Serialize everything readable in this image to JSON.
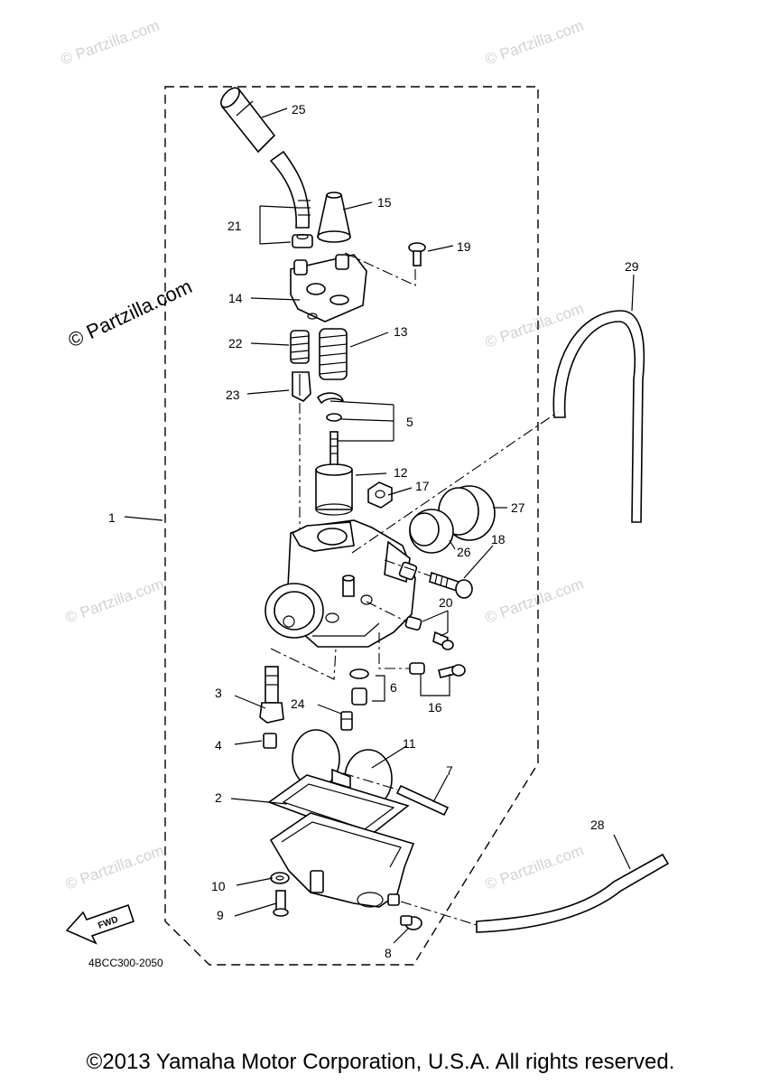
{
  "diagram": {
    "callouts": [
      "1",
      "2",
      "3",
      "4",
      "5",
      "6",
      "7",
      "8",
      "9",
      "10",
      "11",
      "12",
      "13",
      "14",
      "15",
      "16",
      "17",
      "18",
      "19",
      "20",
      "21",
      "22",
      "23",
      "24",
      "25",
      "26",
      "27",
      "28",
      "29"
    ],
    "diagram_code": "4BCC300-2050",
    "fwd_label": "FWD"
  },
  "watermarks": {
    "small": "© Partzilla.com",
    "large": "© Partzilla.com"
  },
  "footer": {
    "copyright": "©2013 Yamaha Motor Corporation, U.S.A. All rights reserved."
  }
}
